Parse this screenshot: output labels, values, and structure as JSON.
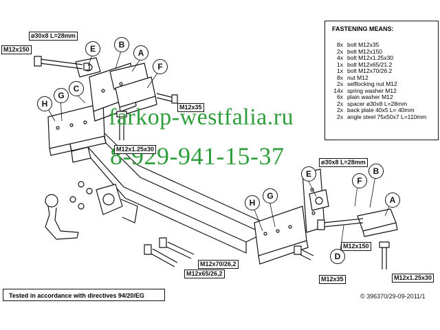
{
  "watermark": {
    "site": "farkop-westfalia.ru",
    "phone": "8-929-941-15-37",
    "color": "#2e9e3a"
  },
  "fastening": {
    "title": "FASTENING MEANS:",
    "items": [
      {
        "qty": "8x",
        "desc": "bolt M12x35"
      },
      {
        "qty": "2x",
        "desc": "bolt M12x150"
      },
      {
        "qty": "4x",
        "desc": "bolt M12x1.25x30"
      },
      {
        "qty": "1x",
        "desc": "bolt M12x65/21.2"
      },
      {
        "qty": "1x",
        "desc": "bolt M12x70/26.2"
      },
      {
        "qty": "8x",
        "desc": "nut M12"
      },
      {
        "qty": "2x",
        "desc": "selflocking nut M12"
      },
      {
        "qty": "14x",
        "desc": "spring washer M12"
      },
      {
        "qty": "6x",
        "desc": "plain washer M12"
      },
      {
        "qty": "2x",
        "desc": "spacer ø30x8 L=28mm"
      },
      {
        "qty": "2x",
        "desc": "back plate 40x5 L= 40mm"
      },
      {
        "qty": "2x",
        "desc": "angle steel 75x50x7 L=110mm"
      }
    ]
  },
  "labels": {
    "spacer_left": "ø30x8 L=28mm",
    "bolt150_left": "M12x150",
    "bolt35_left": "M12x35",
    "bolt1253_left": "M12x1.25x30",
    "spacer_right": "ø30x8 L=28mm",
    "bolt150_right": "M12x150",
    "bolt35_right": "M12x35",
    "bolt1253_right": "M12x1.25x30",
    "bolt70": "M12x70/26,2",
    "bolt65": "M12x65/26,2"
  },
  "callouts": {
    "a": "A",
    "b": "B",
    "c": "C",
    "d": "D",
    "e": "E",
    "f": "F",
    "g": "G",
    "h": "H"
  },
  "footer": {
    "tested": "Tested in accordance with directives 94/20/EG",
    "copyright": "© 396370/29-09-2011/1"
  }
}
